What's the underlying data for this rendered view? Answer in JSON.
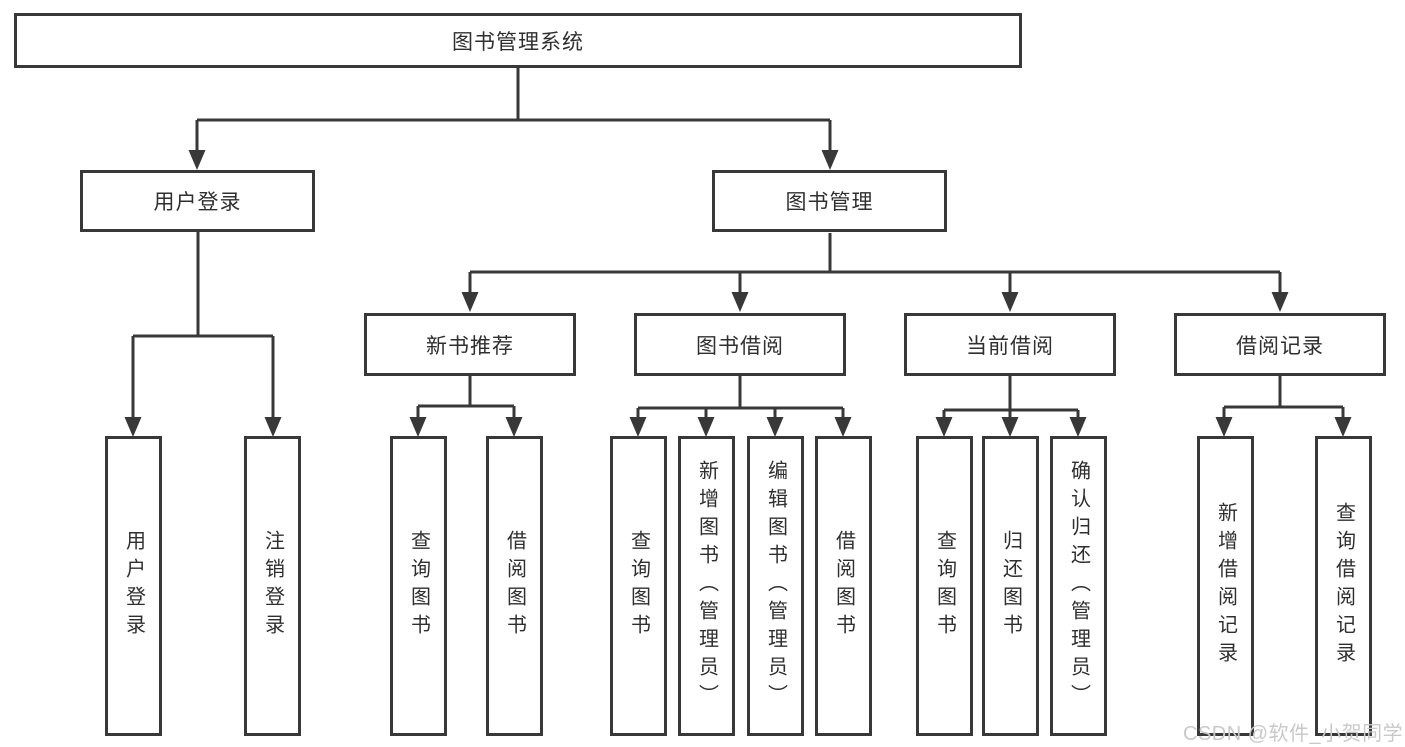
{
  "colors": {
    "background": "#ffffff",
    "line": "#383838",
    "text": "#2f2f2f",
    "watermark": "#c9c9c9"
  },
  "watermark": {
    "text": "CSDN @软件_小贺同学"
  },
  "nodes": {
    "root": "图书管理系统",
    "user_login": "用户登录",
    "book_management": "图书管理",
    "new_book_recommend": "新书推荐",
    "book_borrow": "图书借阅",
    "current_borrow": "当前借阅",
    "borrow_records": "借阅记录",
    "leaves": [
      "用户登录",
      "注销登录",
      "查询图书",
      "借阅图书",
      "查询图书",
      "新增图书（管理员）",
      "编辑图书（管理员）",
      "借阅图书",
      "查询图书",
      "归还图书",
      "确认归还（管理员）",
      "新增借阅记录",
      "查询借阅记录"
    ]
  },
  "hierarchy": {
    "图书管理系统": {
      "用户登录": [
        "用户登录",
        "注销登录"
      ],
      "图书管理": {
        "新书推荐": [
          "查询图书",
          "借阅图书"
        ],
        "图书借阅": [
          "查询图书",
          "新增图书（管理员）",
          "编辑图书（管理员）",
          "借阅图书"
        ],
        "当前借阅": [
          "查询图书",
          "归还图书",
          "确认归还（管理员）"
        ],
        "借阅记录": [
          "新增借阅记录",
          "查询借阅记录"
        ]
      }
    }
  }
}
